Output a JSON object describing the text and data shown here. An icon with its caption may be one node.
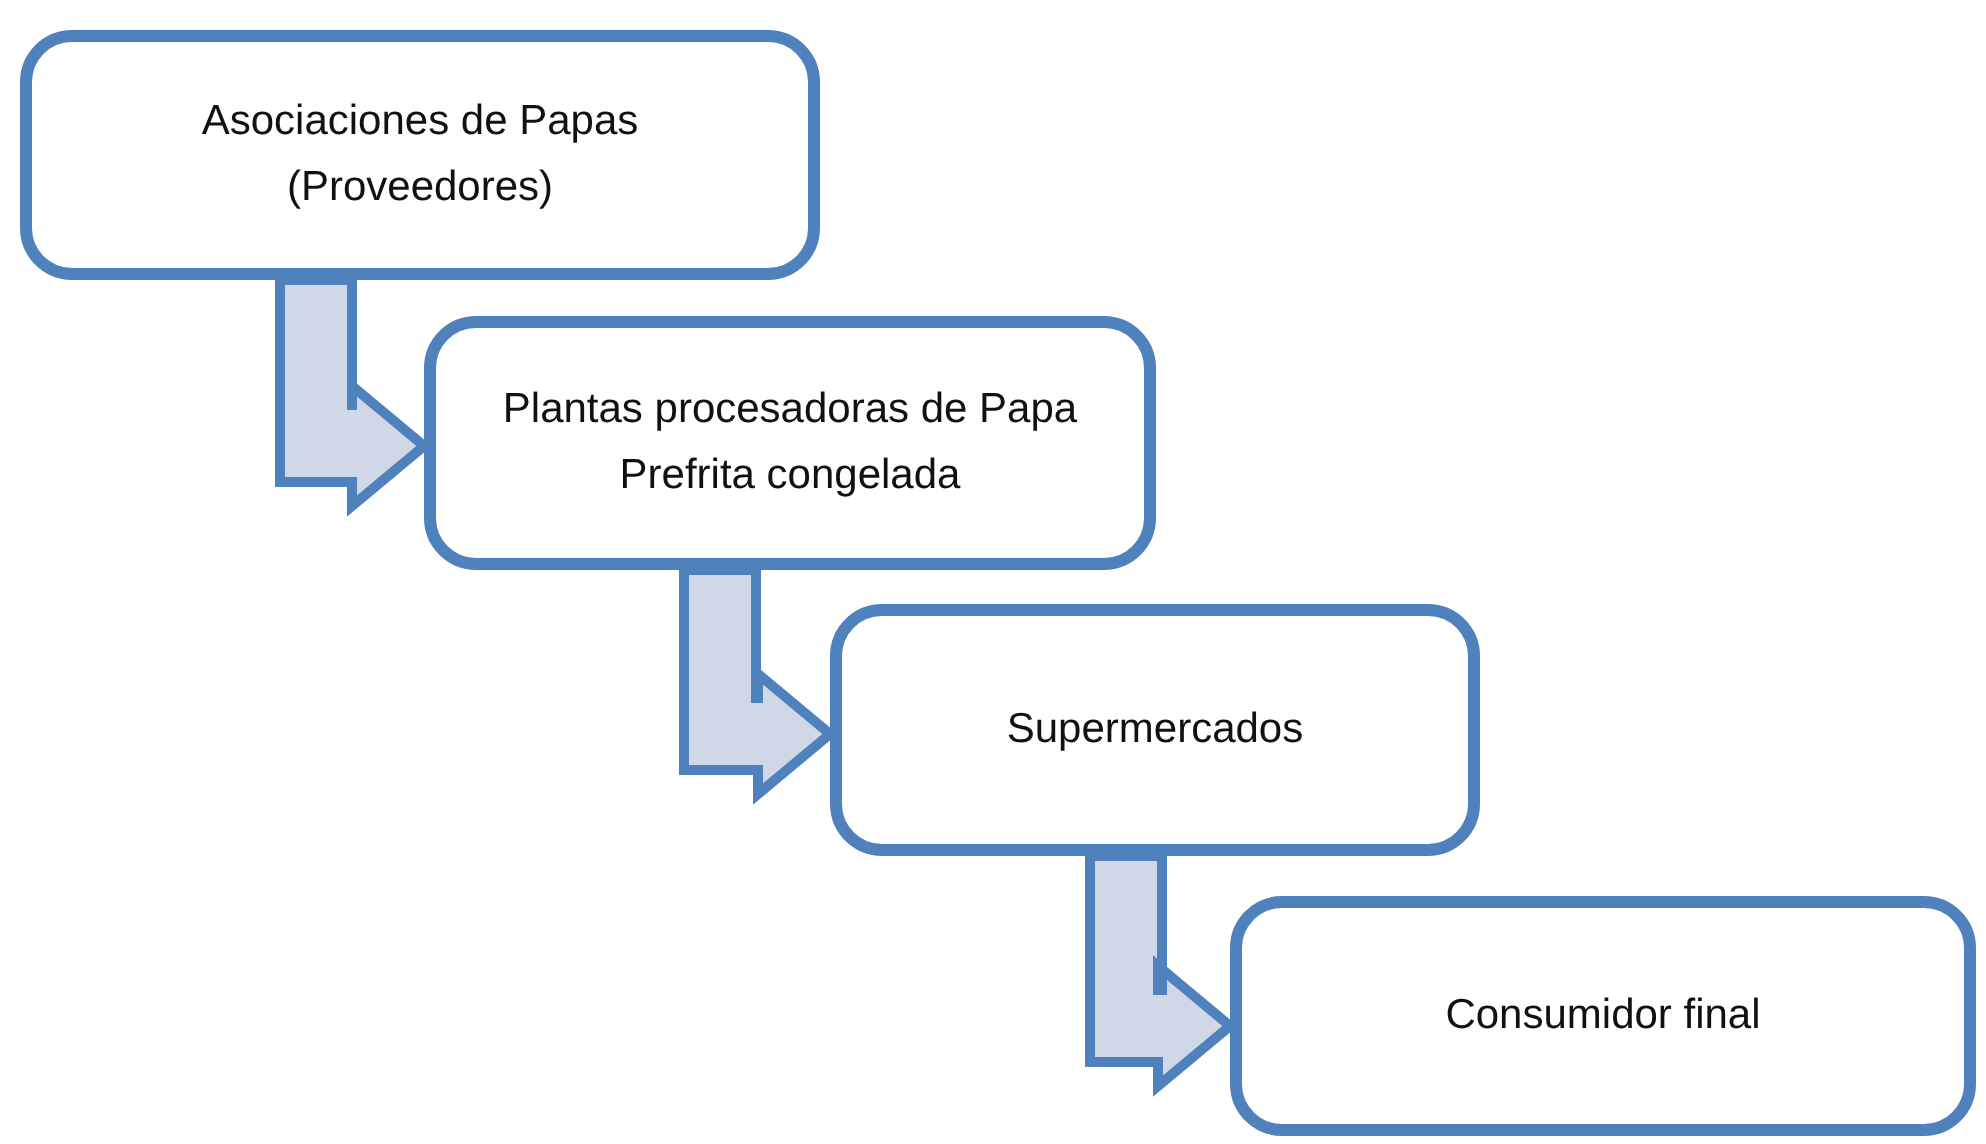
{
  "diagram": {
    "nodes": [
      {
        "text": [
          "Asociaciones de Papas (Proveedores)"
        ]
      },
      {
        "text": [
          "Plantas procesadoras de Papa Prefrita congelada"
        ]
      },
      {
        "text": [
          "Supermercados"
        ]
      },
      {
        "text": [
          "Consumidor final"
        ]
      }
    ],
    "edges": [
      {
        "from": 0,
        "to": 1,
        "arrow": "to"
      },
      {
        "from": 1,
        "to": 2,
        "arrow": "to"
      },
      {
        "from": 2,
        "to": 3,
        "arrow": "to"
      }
    ]
  }
}
